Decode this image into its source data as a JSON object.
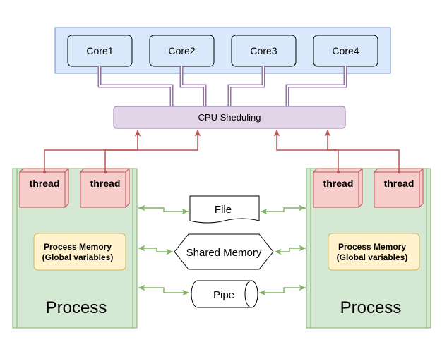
{
  "cores": [
    "Core1",
    "Core2",
    "Core3",
    "Core4"
  ],
  "scheduler": {
    "label": "CPU Sheduling"
  },
  "processes": [
    {
      "label": "Process",
      "threads": [
        "thread",
        "thread"
      ],
      "memory": {
        "line1": "Process Memory",
        "line2": "(Global variables)"
      }
    },
    {
      "label": "Process",
      "threads": [
        "thread",
        "thread"
      ],
      "memory": {
        "line1": "Process Memory",
        "line2": "(Global variables)"
      }
    }
  ],
  "ipc": {
    "file": "File",
    "shared_memory": "Shared Memory",
    "pipe": "Pipe"
  },
  "colors": {
    "cpu_fill": "#dae8fc",
    "cpu_stroke": "#6c8ebf",
    "sched_fill": "#e1d5e7",
    "sched_stroke": "#9673a6",
    "process_fill": "#d5e8d4",
    "process_stroke": "#82b366",
    "thread_fill": "#f8cecc",
    "thread_stroke": "#b85450",
    "memory_fill": "#fff2cc",
    "memory_stroke": "#d6b656",
    "thread_arrow": "#b85450",
    "core_link": "#9673a6",
    "ipc_arrow": "#82b366"
  }
}
